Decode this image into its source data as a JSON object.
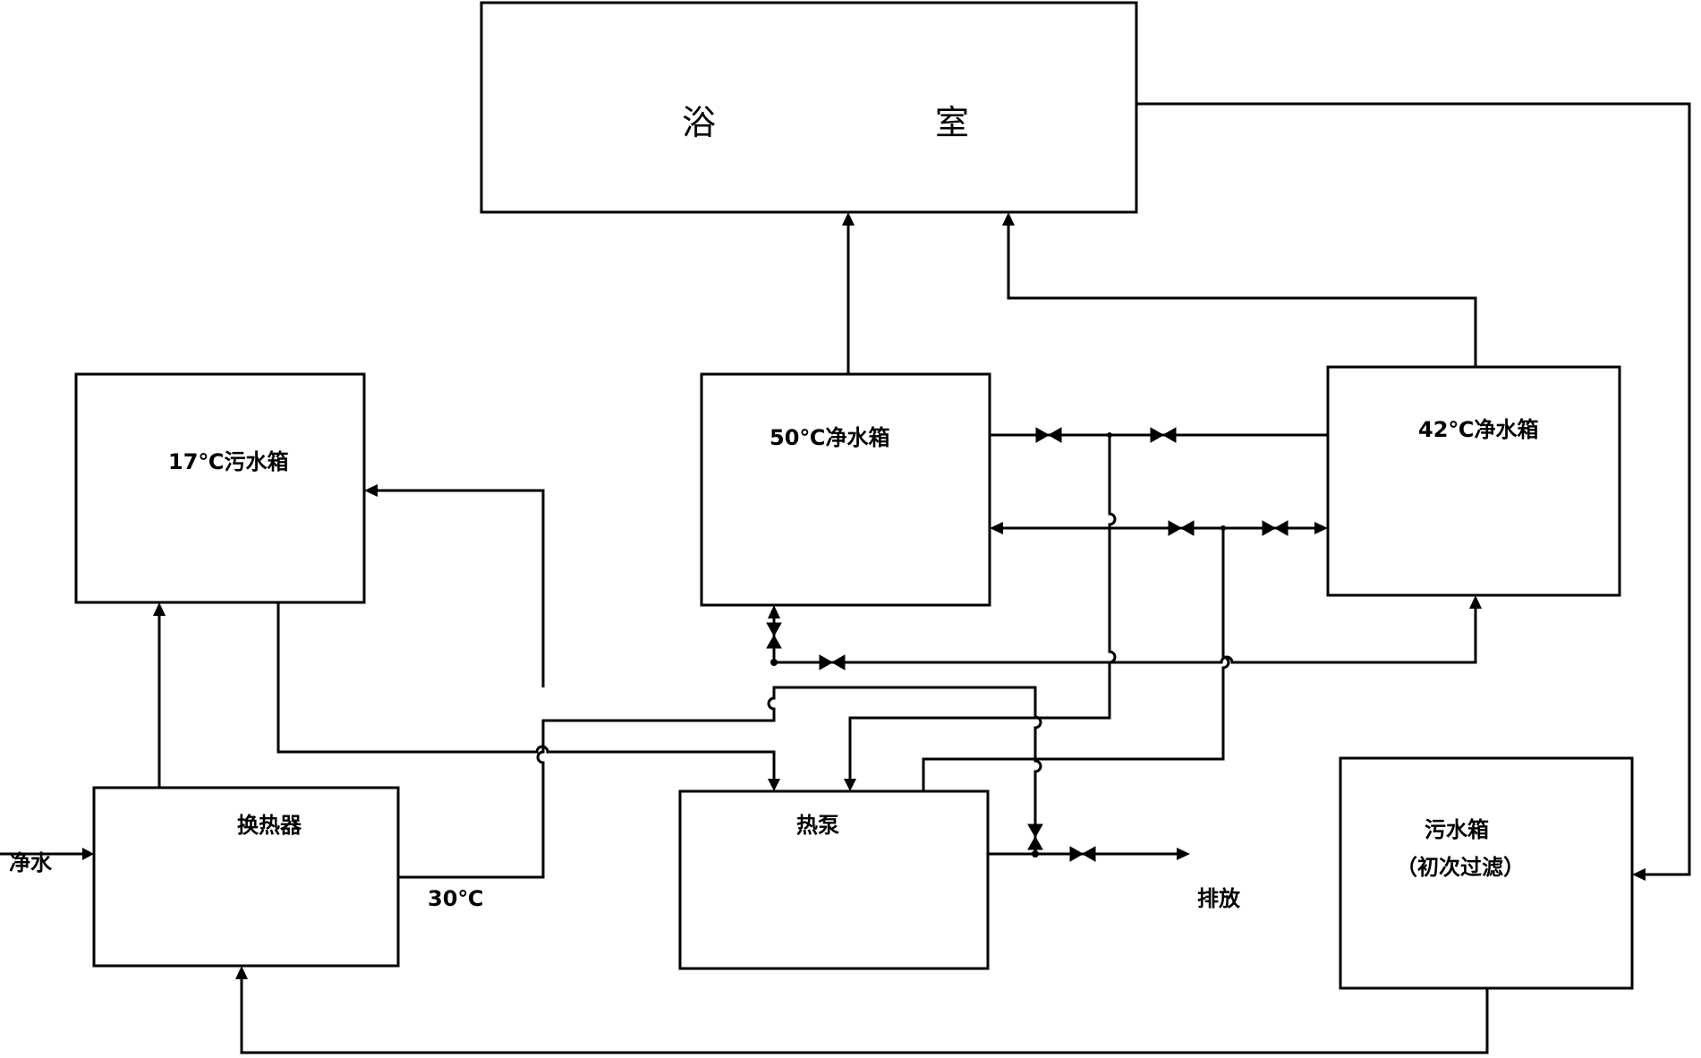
{
  "nodes": {
    "bathroom": {
      "left": "浴",
      "right": "室"
    },
    "dirty_tank_17": "17℃污水箱",
    "clean_tank_50": "50℃净水箱",
    "clean_tank_42": "42℃净水箱",
    "heat_exchanger": "换热器",
    "heat_pump": "热泵",
    "sewage_tank": {
      "line1": "污水箱",
      "line2": "（初次过滤）"
    }
  },
  "labels": {
    "clean_water_in": "净水",
    "temp_30": "30℃",
    "discharge": "排放"
  }
}
